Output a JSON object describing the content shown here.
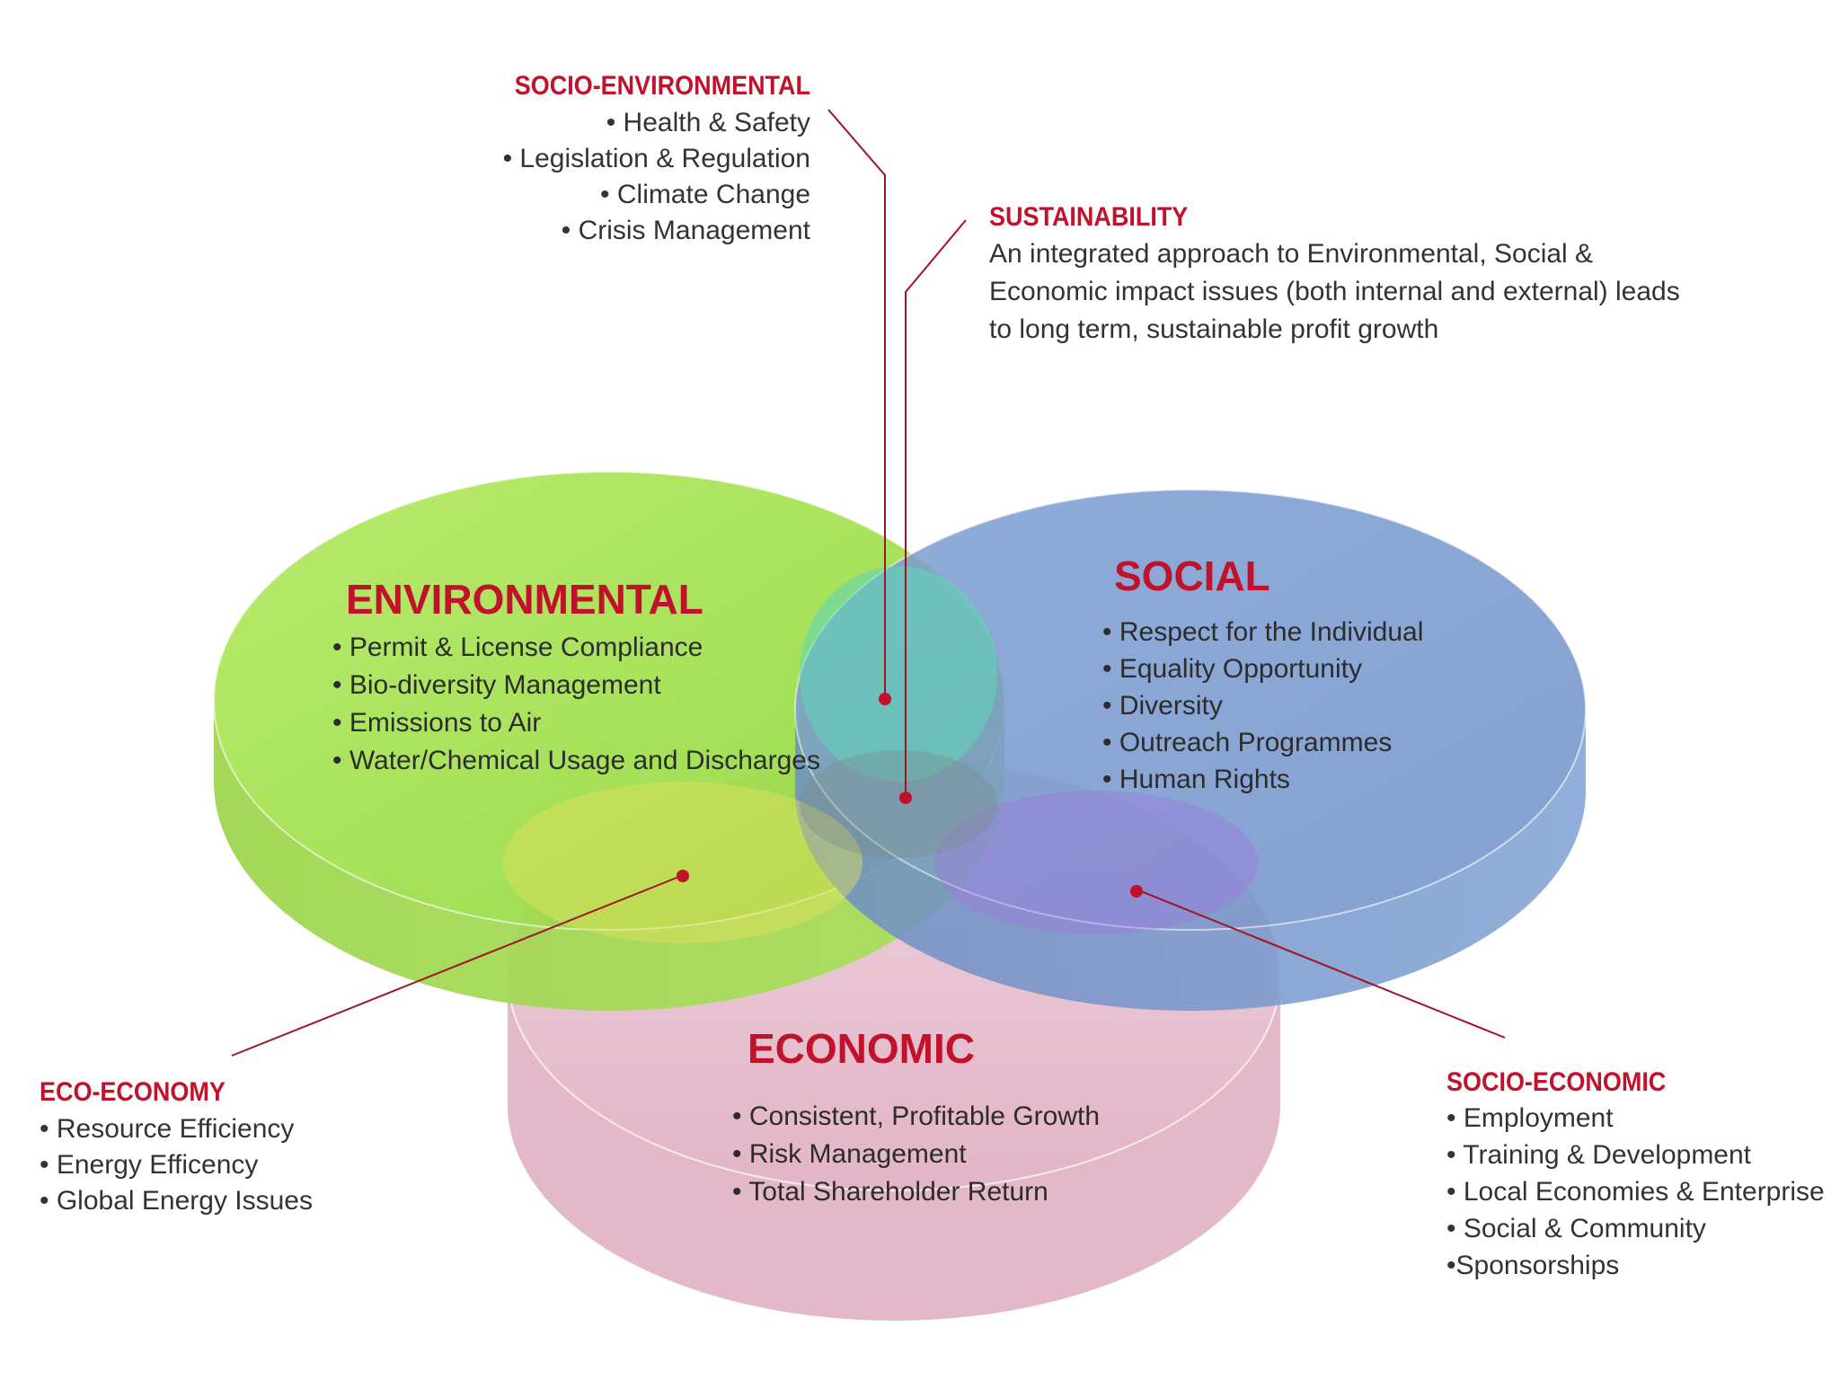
{
  "socio_environmental": {
    "title": "SOCIO-ENVIRONMENTAL",
    "items": [
      "• Health & Safety",
      "• Legislation & Regulation",
      "• Climate Change",
      "• Crisis Management"
    ]
  },
  "sustainability": {
    "title": "SUSTAINABILITY",
    "lines": [
      "An integrated approach to Environmental, Social &",
      "Economic impact issues (both internal and external) leads",
      "to long term, sustainable profit growth"
    ]
  },
  "environmental": {
    "title": "ENVIRONMENTAL",
    "items": [
      "• Permit & License Compliance",
      "• Bio-diversity Management",
      "• Emissions to Air",
      "• Water/Chemical Usage and Discharges"
    ],
    "color": "#a8e05a"
  },
  "social": {
    "title": "SOCIAL",
    "items": [
      "• Respect for the Individual",
      "• Equality Opportunity",
      "• Diversity",
      "• Outreach Programmes",
      "• Human Rights"
    ],
    "color": "#7f9fcf"
  },
  "economic": {
    "title": "ECONOMIC",
    "items": [
      "• Consistent, Profitable Growth",
      "• Risk Management",
      "• Total Shareholder Return"
    ],
    "color": "#e8c0d0"
  },
  "eco_economy": {
    "title": "ECO-ECONOMY",
    "items": [
      "• Resource Efficiency",
      "• Energy Efficency",
      "• Global Energy Issues"
    ]
  },
  "socio_economic": {
    "title": "SOCIO-ECONOMIC",
    "items": [
      "• Employment",
      "• Training & Development",
      "• Local Economies & Enterprise",
      "• Social & Community",
      "•Sponsorships"
    ]
  },
  "accent_color": "#c0122a"
}
